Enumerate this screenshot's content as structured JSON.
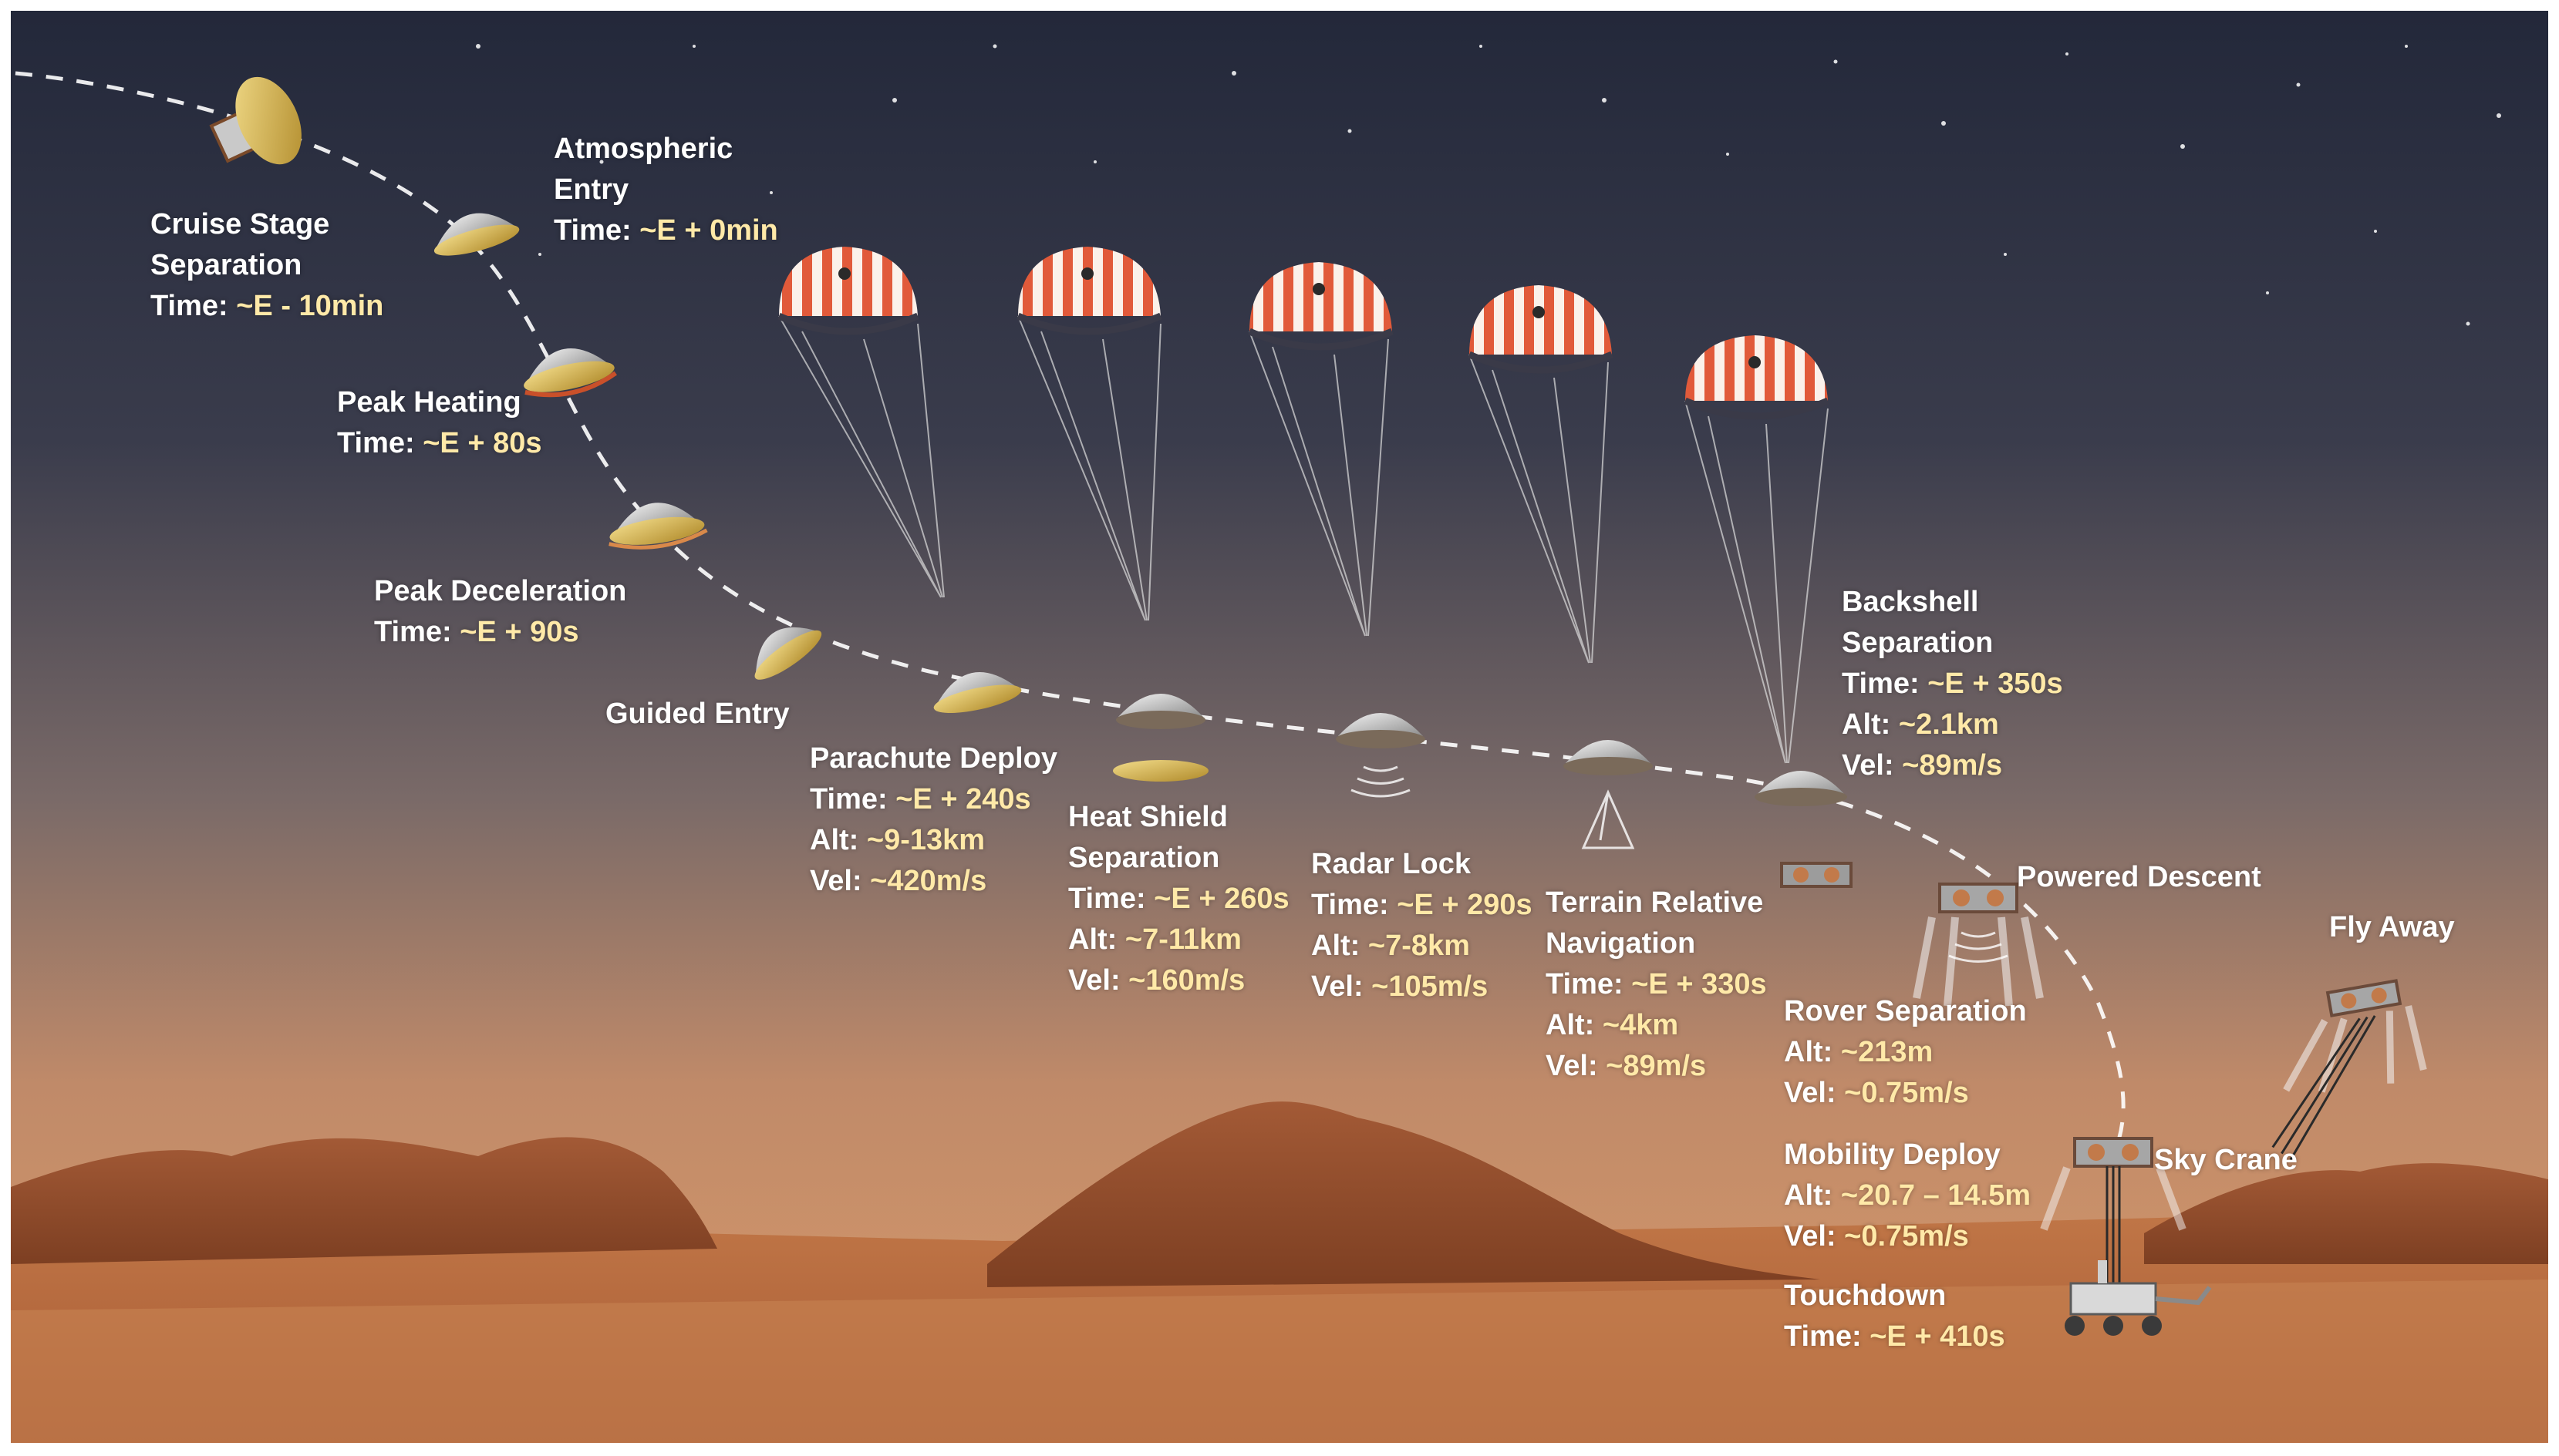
{
  "stages": [
    {
      "id": "cruise-stage-separation",
      "title": [
        "Cruise Stage",
        "Separation"
      ],
      "time": "~E - 10min"
    },
    {
      "id": "atmospheric-entry",
      "title": [
        "Atmospheric",
        "Entry"
      ],
      "time": "~E + 0min"
    },
    {
      "id": "peak-heating",
      "title": [
        "Peak Heating"
      ],
      "time": "~E + 80s"
    },
    {
      "id": "peak-deceleration",
      "title": [
        "Peak Deceleration"
      ],
      "time": "~E + 90s"
    },
    {
      "id": "guided-entry",
      "title": [
        "Guided Entry"
      ]
    },
    {
      "id": "parachute-deploy",
      "title": [
        "Parachute Deploy"
      ],
      "time": "~E +  240s",
      "alt": "~9-13km",
      "vel": "~420m/s"
    },
    {
      "id": "heat-shield-separation",
      "title": [
        "Heat Shield",
        "Separation"
      ],
      "time": "~E +  260s",
      "alt": "~7-11km",
      "vel": "~160m/s"
    },
    {
      "id": "radar-lock",
      "title": [
        "Radar Lock"
      ],
      "time": "~E +  290s",
      "alt": "~7-8km",
      "vel": "~105m/s"
    },
    {
      "id": "terrain-relative-navigation",
      "title": [
        "Terrain Relative",
        "Navigation"
      ],
      "time": "~E +  330s",
      "alt": "~4km",
      "vel": "~89m/s"
    },
    {
      "id": "backshell-separation",
      "title": [
        "Backshell",
        "Separation"
      ],
      "time": "~E +  350s",
      "alt": "~2.1km",
      "vel": "~89m/s"
    },
    {
      "id": "powered-descent",
      "title": [
        "Powered Descent"
      ]
    },
    {
      "id": "rover-separation",
      "title": [
        "Rover Separation"
      ],
      "alt": "~213m",
      "vel": "~0.75m/s"
    },
    {
      "id": "fly-away",
      "title": [
        "Fly Away"
      ]
    },
    {
      "id": "mobility-deploy",
      "title": [
        "Mobility Deploy"
      ],
      "alt": "~20.7 – 14.5m",
      "vel": "~0.75m/s"
    },
    {
      "id": "sky-crane",
      "title": [
        "Sky Crane"
      ]
    },
    {
      "id": "touchdown",
      "title": [
        "Touchdown"
      ],
      "time": "~E + 410s"
    }
  ],
  "prefix": {
    "time": "Time: ",
    "alt": "Alt: ",
    "vel": "Vel: "
  },
  "colors": {
    "label": "#ffffff",
    "value": "#ffe9a8",
    "sky_top": "#262b3c",
    "sky_bottom": "#c98a5e",
    "ground": "#b8683d"
  }
}
